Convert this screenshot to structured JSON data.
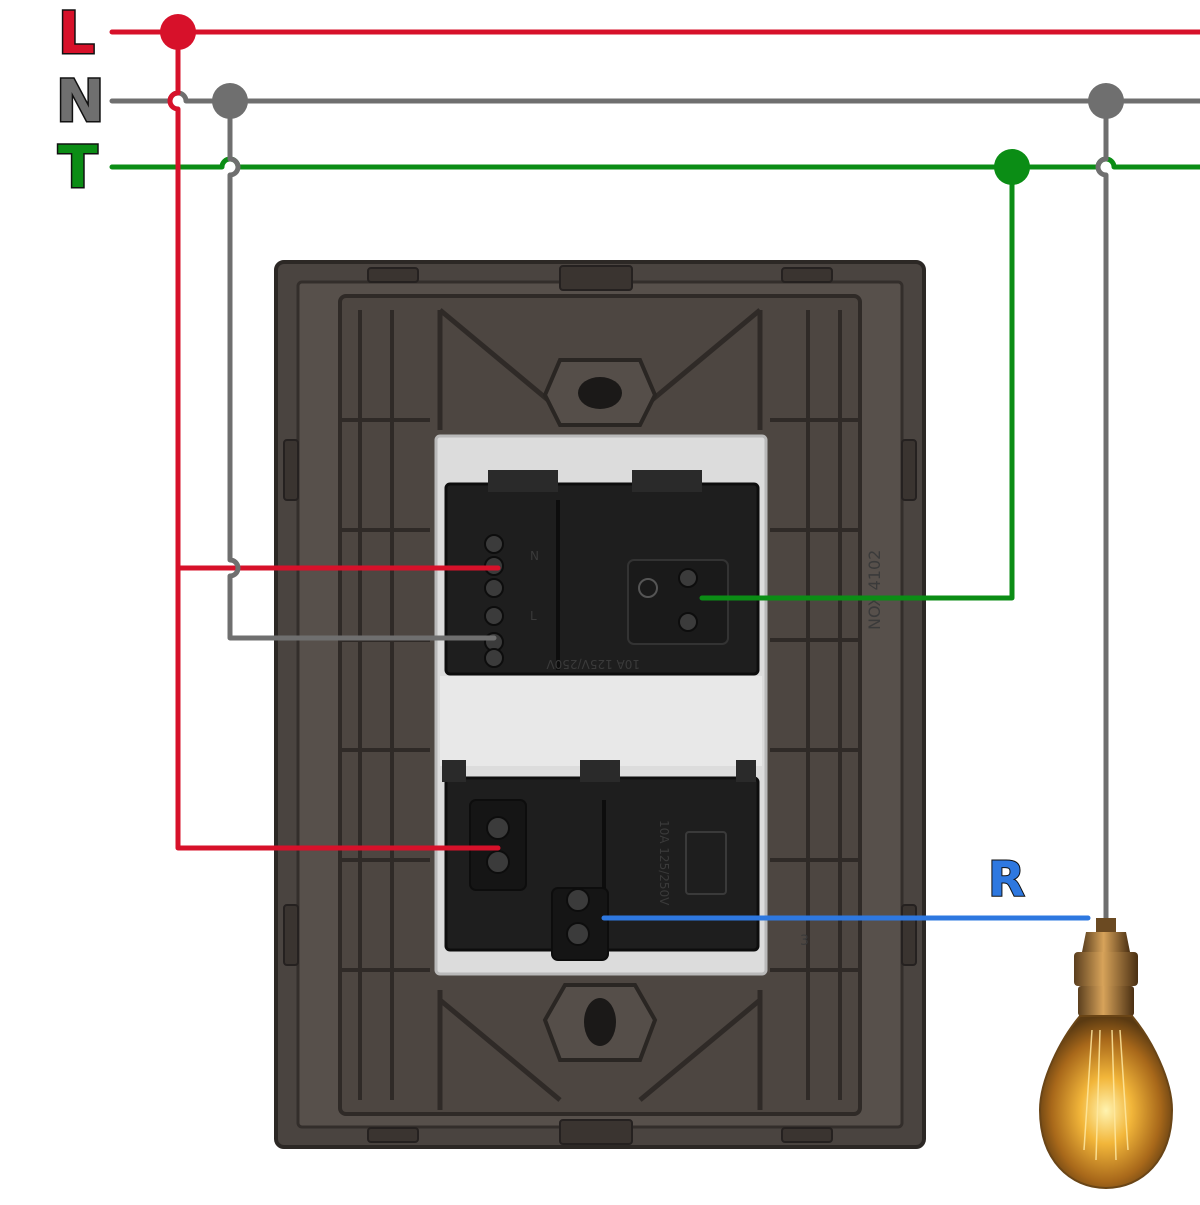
{
  "buses": {
    "live": {
      "label": "L",
      "color": "#d7112a"
    },
    "neutral": {
      "label": "N",
      "color": "#6f6f6f"
    },
    "earth": {
      "label": "T",
      "color": "#0b8d15"
    }
  },
  "return_wire": {
    "label": "R",
    "color": "#2e78e0"
  },
  "plate": {
    "body_color": "#4a4440",
    "socket_rating": "10A 125V/250V",
    "switch_rating": "10A 125/250V",
    "socket_markings": [
      "N",
      "L"
    ],
    "side_marking": "NOX 4102",
    "corner_marking": "3"
  },
  "icons": [
    "light-bulb-icon",
    "socket-module-icon",
    "switch-module-icon",
    "earth-symbol-icon"
  ]
}
